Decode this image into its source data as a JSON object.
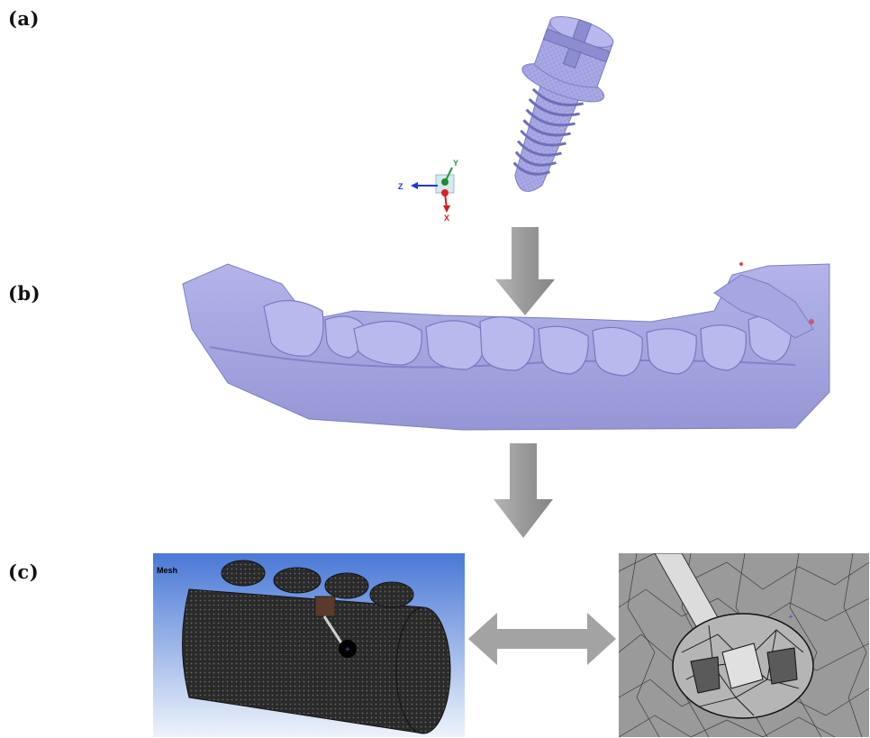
{
  "labels": {
    "a": "(a)",
    "b": "(b)",
    "c": "(c)"
  },
  "triad": {
    "y": "Y",
    "z": "Z",
    "x": "X"
  },
  "mesh_panel": {
    "title": "Mesh"
  },
  "colors": {
    "model_fill": "#a9a9e6",
    "model_edge": "#7d7dc4",
    "arrow": "#9b9b9b",
    "mesh_bg_top": "#4a78d6",
    "mesh_bg_bottom": "#eef3fb",
    "mesh_body": "#2a2a2a",
    "zoom_bg": "#9a9a9a"
  },
  "icons": [
    "screw-model",
    "coordinate-triad-icon",
    "down-arrow-icon",
    "jaw-scan-model",
    "mesh-model",
    "double-arrow-icon",
    "zoomed-mesh-detail"
  ]
}
